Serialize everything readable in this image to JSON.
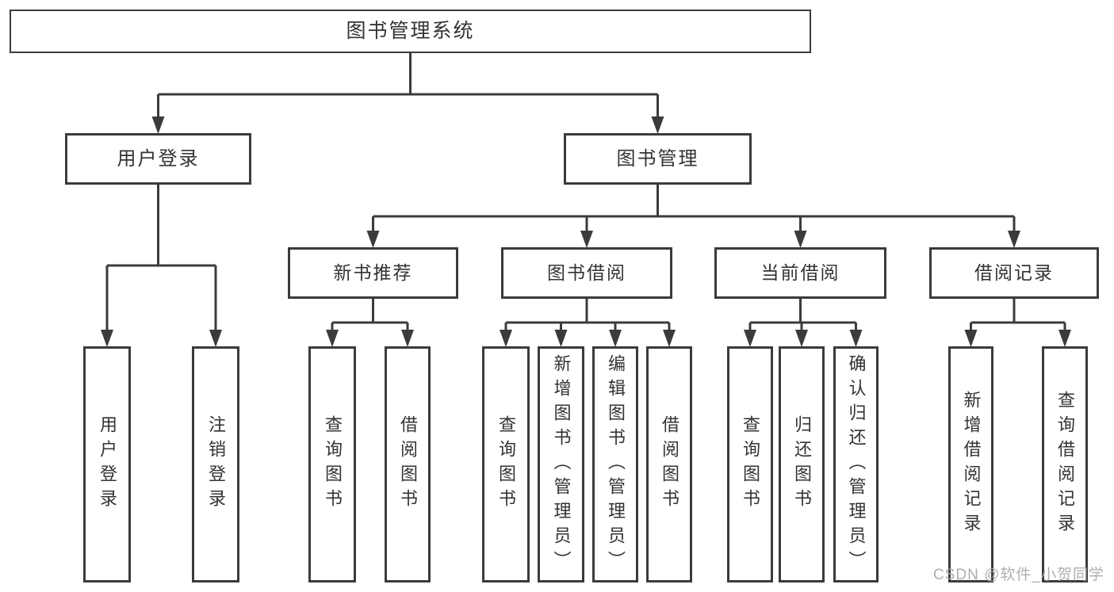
{
  "diagram": {
    "title": "图书管理系统",
    "type": "functional-structure-tree",
    "colors": {
      "line": "#3b3b3b",
      "box_border": "#3b3b3b",
      "text": "#333333",
      "background": "#ffffff",
      "watermark": "#a6a6a6"
    },
    "watermark": "CSDN @软件_小贺同学",
    "nodes": [
      {
        "id": "root",
        "label": "图书管理系统",
        "dir": "h"
      },
      {
        "id": "user-login",
        "label": "用户登录",
        "dir": "h"
      },
      {
        "id": "book-mgmt",
        "label": "图书管理",
        "dir": "h"
      },
      {
        "id": "new-book-rec",
        "label": "新书推荐",
        "dir": "h"
      },
      {
        "id": "book-borrow",
        "label": "图书借阅",
        "dir": "h"
      },
      {
        "id": "current-borrow",
        "label": "当前借阅",
        "dir": "h"
      },
      {
        "id": "borrow-records",
        "label": "借阅记录",
        "dir": "h"
      },
      {
        "id": "user-login-leaf",
        "label": "用户登录",
        "dir": "v"
      },
      {
        "id": "logout-leaf",
        "label": "注销登录",
        "dir": "v"
      },
      {
        "id": "nbr-query",
        "label": "查询图书",
        "dir": "v"
      },
      {
        "id": "nbr-borrow",
        "label": "借阅图书",
        "dir": "v"
      },
      {
        "id": "bb-query",
        "label": "查询图书",
        "dir": "v"
      },
      {
        "id": "bb-add",
        "label": "新增图书（管理员）",
        "dir": "v"
      },
      {
        "id": "bb-edit",
        "label": "编辑图书（管理员）",
        "dir": "v"
      },
      {
        "id": "bb-borrow",
        "label": "借阅图书",
        "dir": "v"
      },
      {
        "id": "cb-query",
        "label": "查询图书",
        "dir": "v"
      },
      {
        "id": "cb-return",
        "label": "归还图书",
        "dir": "v"
      },
      {
        "id": "cb-confirm",
        "label": "确认归还（管理员）",
        "dir": "v"
      },
      {
        "id": "br-add",
        "label": "新增借阅记录",
        "dir": "v"
      },
      {
        "id": "br-query",
        "label": "查询借阅记录",
        "dir": "v"
      }
    ],
    "edges": [
      {
        "from": "root",
        "to": [
          "user-login",
          "book-mgmt"
        ]
      },
      {
        "from": "user-login",
        "to": [
          "user-login-leaf",
          "logout-leaf"
        ]
      },
      {
        "from": "book-mgmt",
        "to": [
          "new-book-rec",
          "book-borrow",
          "current-borrow",
          "borrow-records"
        ]
      },
      {
        "from": "new-book-rec",
        "to": [
          "nbr-query",
          "nbr-borrow"
        ]
      },
      {
        "from": "book-borrow",
        "to": [
          "bb-query",
          "bb-add",
          "bb-edit",
          "bb-borrow"
        ]
      },
      {
        "from": "current-borrow",
        "to": [
          "cb-query",
          "cb-return",
          "cb-confirm"
        ]
      },
      {
        "from": "borrow-records",
        "to": [
          "br-add",
          "br-query"
        ]
      }
    ]
  }
}
